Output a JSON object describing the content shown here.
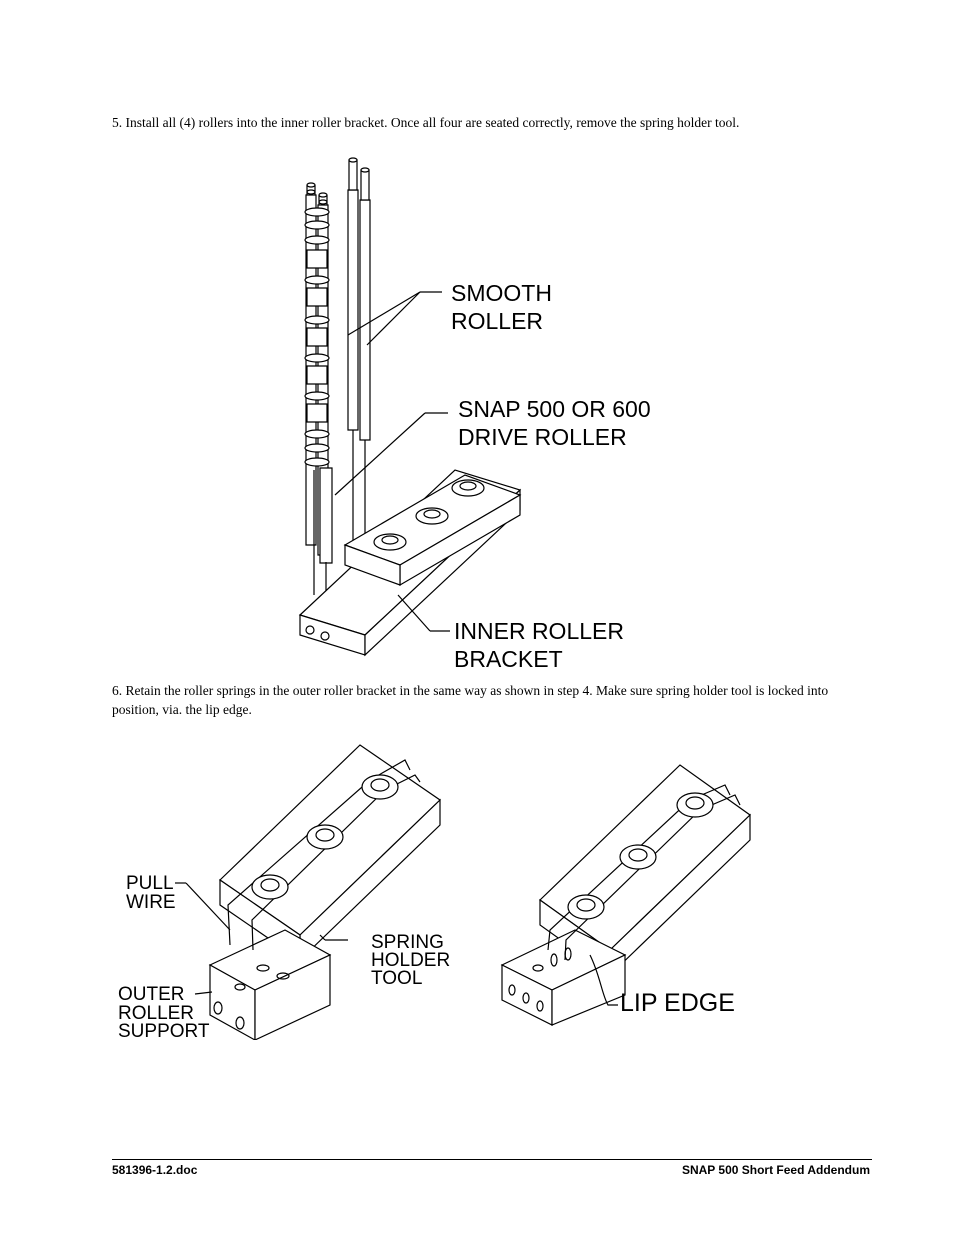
{
  "steps": [
    {
      "text": "5.  Install all (4) rollers into the inner roller bracket.  Once all four are seated correctly, remove the spring holder tool."
    },
    {
      "text": "6.  Retain the roller springs in the outer roller bracket in the same way as shown in step 4.  Make sure spring holder tool is locked into position, via. the lip edge."
    }
  ],
  "figure1": {
    "labels": {
      "smooth_1": "SMOOTH",
      "smooth_2": "ROLLER",
      "drive_1": "SNAP 500 OR 600",
      "drive_2": "DRIVE ROLLER",
      "bracket_1": "INNER ROLLER",
      "bracket_2": "BRACKET"
    }
  },
  "figure2": {
    "labels": {
      "pull_1": "PULL",
      "pull_2": "WIRE",
      "spring_1": "SPRING",
      "spring_2": "HOLDER",
      "spring_3": "TOOL",
      "outer_1": "OUTER",
      "outer_2": "ROLLER",
      "outer_3": "SUPPORT"
    }
  },
  "figure3": {
    "labels": {
      "lip": "LIP EDGE"
    }
  },
  "footer": {
    "left": "581396-1.2.doc",
    "right": "SNAP 500 Short Feed Addendum"
  }
}
